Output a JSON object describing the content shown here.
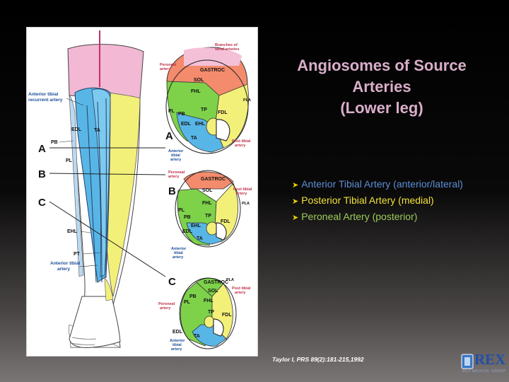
{
  "title": {
    "line1": "Angiosomes of Source",
    "line2": "Arteries",
    "line3": "(Lower leg)",
    "color": "#d9aeca"
  },
  "bullets": [
    {
      "text": "Anterior Tibial Artery (anterior/lateral)",
      "color": "#5b8fd6"
    },
    {
      "text": "Posterior Tibial Artery (medial)",
      "color": "#f0e23a"
    },
    {
      "text": "Peroneal Artery (posterior)",
      "color": "#9ccc5a"
    }
  ],
  "citation": "Taylor I, PRS 89(2):181-215,1992",
  "logo": {
    "text": "REX",
    "subtitle": "REX MEDICAL GROUP"
  },
  "figure": {
    "leg_labels": {
      "anterior_tibial_recurrent_artery_1": "Anterior tibial",
      "anterior_tibial_recurrent_artery_2": "recurrent artery",
      "pb": "PB",
      "edl": "EDL",
      "ta": "TA",
      "pl": "PL",
      "ehl": "EHL",
      "pt": "PT",
      "anterior_tibial_artery_1": "Anterior tibial",
      "anterior_tibial_artery_2": "artery"
    },
    "level_letters": {
      "a": "A",
      "b": "B",
      "c": "C"
    },
    "section_a": {
      "branches_sural_1": "Branches of",
      "branches_sural_2": "sural arteries",
      "peroneal_1": "Peroneal",
      "peroneal_2": "artery",
      "gastroc": "GASTROC",
      "sol": "SOL",
      "fhl": "FHL",
      "pla": "PLA",
      "pl": "PL",
      "pb": "PB",
      "tp": "TP",
      "fdl": "FDL",
      "edl": "EDL",
      "ehl": "EHL",
      "ta": "TA",
      "anterior_tibial_1": "Anterior",
      "anterior_tibial_2": "tibial",
      "anterior_tibial_3": "artery",
      "post_tibial_1": "Post tibial",
      "post_tibial_2": "artery"
    },
    "section_b": {
      "peroneal_1": "Peroneal",
      "peroneal_2": "artery",
      "gastroc": "GASTROC",
      "sol": "SOL",
      "fhl": "FHL",
      "pla": "PLA",
      "pl": "PL",
      "pb": "PB",
      "tp": "TP",
      "fdl": "FDL",
      "edl": "EDL",
      "ehl": "EHL",
      "ta": "TA",
      "anterior_tibial_1": "Anterior",
      "anterior_tibial_2": "tibial",
      "anterior_tibial_3": "artery",
      "post_tibial_1": "Post tibial",
      "post_tibial_2": "artery"
    },
    "section_c": {
      "gastroc": "GASTROC",
      "pla": "PLA",
      "sol": "SOL",
      "post_tibial_1": "Post tibial",
      "post_tibial_2": "artery",
      "pb": "PB",
      "pl": "PL",
      "fhl": "FHL",
      "peroneal_1": "Peroneal",
      "peroneal_2": "artery",
      "tp": "TP",
      "fdl": "FDL",
      "edl": "EDL",
      "ta": "TA",
      "anterior_tibial_1": "Anterior",
      "anterior_tibial_2": "tibial",
      "anterior_tibial_3": "artery"
    }
  }
}
